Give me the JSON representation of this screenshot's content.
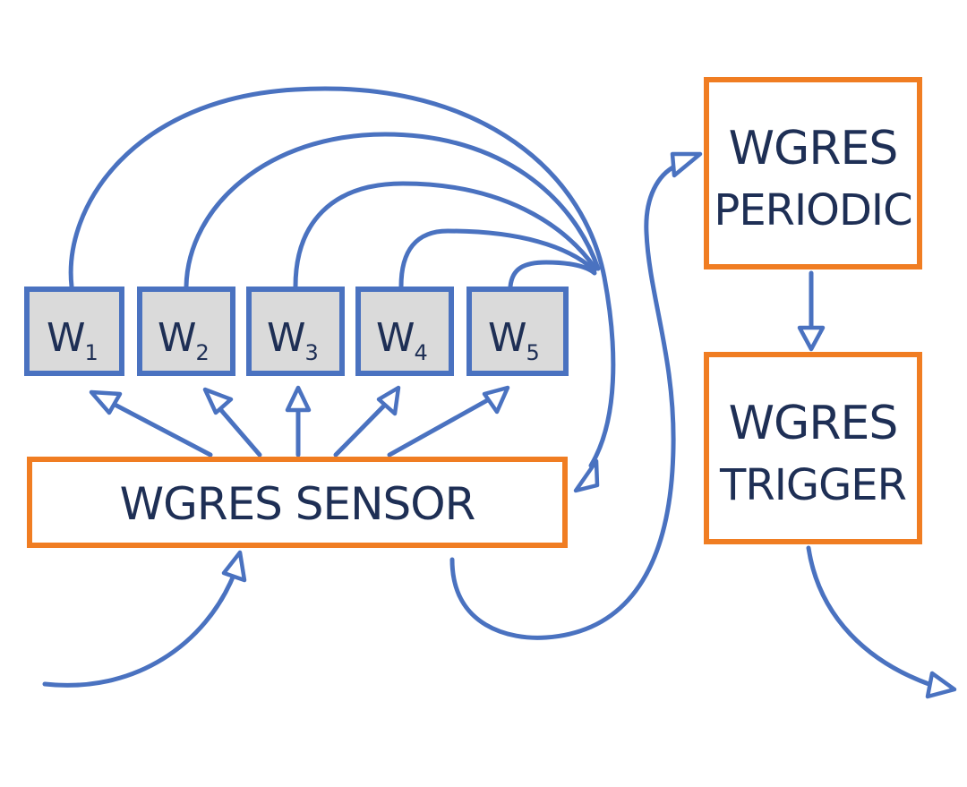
{
  "workers": [
    {
      "prefix": "W",
      "sub": "1"
    },
    {
      "prefix": "W",
      "sub": "2"
    },
    {
      "prefix": "W",
      "sub": "3"
    },
    {
      "prefix": "W",
      "sub": "4"
    },
    {
      "prefix": "W",
      "sub": "5"
    }
  ],
  "sensor": {
    "label": "WGRES SENSOR"
  },
  "periodic": {
    "line1": "WGRES",
    "line2": "PERIODIC"
  },
  "trigger": {
    "line1": "WGRES",
    "line2": "TRIGGER"
  },
  "colors": {
    "line": "#4a72c0",
    "box_border_orange": "#f07d22",
    "worker_fill": "#dadada",
    "text": "#1e2f55"
  }
}
